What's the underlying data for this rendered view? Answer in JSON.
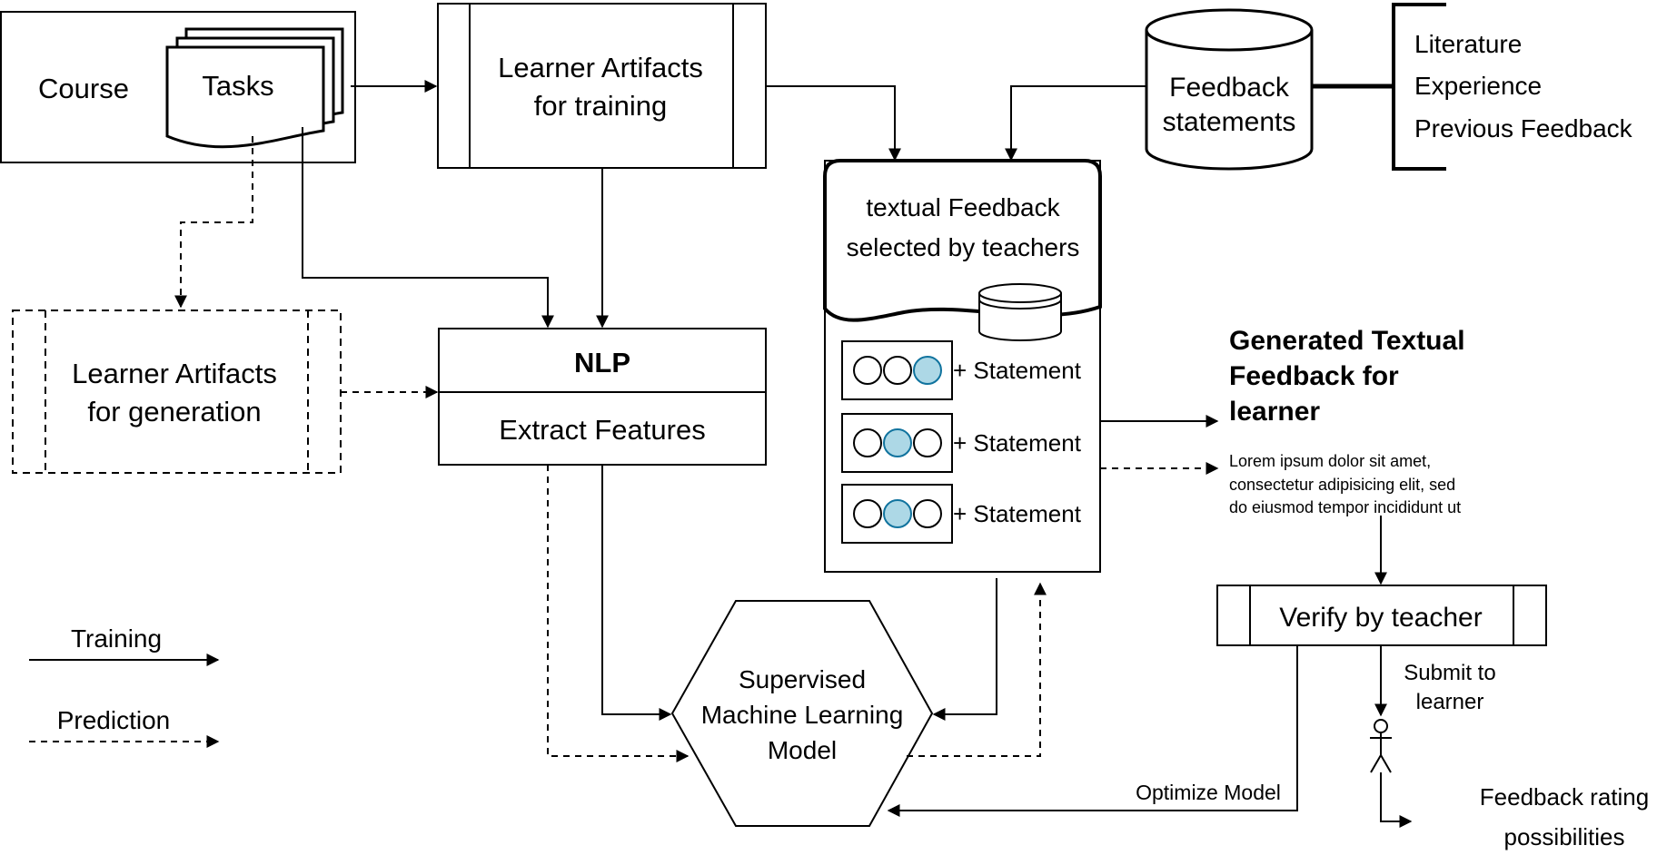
{
  "course": "Course",
  "tasks": "Tasks",
  "artifacts_training": [
    "Learner Artifacts",
    "for training"
  ],
  "artifacts_generation": [
    "Learner Artifacts",
    "for generation"
  ],
  "nlp": {
    "title": "NLP",
    "subtitle": "Extract Features"
  },
  "feedback_db": [
    "Feedback",
    "statements"
  ],
  "sources": [
    "Literature",
    "Experience",
    "Previous Feedback"
  ],
  "textual_feedback": [
    "textual Feedback",
    "selected by teachers"
  ],
  "statement_rows": [
    {
      "label": "+ Statement",
      "selected": 3
    },
    {
      "label": "+ Statement",
      "selected": 2
    },
    {
      "label": "+ Statement",
      "selected": 2
    }
  ],
  "generated": {
    "title": [
      "Generated Textual",
      "Feedback for",
      "learner"
    ],
    "body": [
      "Lorem ipsum dolor sit amet,",
      "consectetur adipisicing elit, sed",
      "do eiusmod tempor incididunt ut"
    ]
  },
  "verify": "Verify by teacher",
  "submit": [
    "Submit to",
    "learner"
  ],
  "model": [
    "Supervised",
    "Machine Learning",
    "Model"
  ],
  "optimize": "Optimize Model",
  "rating": [
    "Feedback rating",
    "possibilities"
  ],
  "legend": {
    "training": "Training",
    "prediction": "Prediction"
  },
  "colors": {
    "stroke": "#000000",
    "selected_fill": "#add8e6",
    "selected_stroke": "#10739e"
  }
}
